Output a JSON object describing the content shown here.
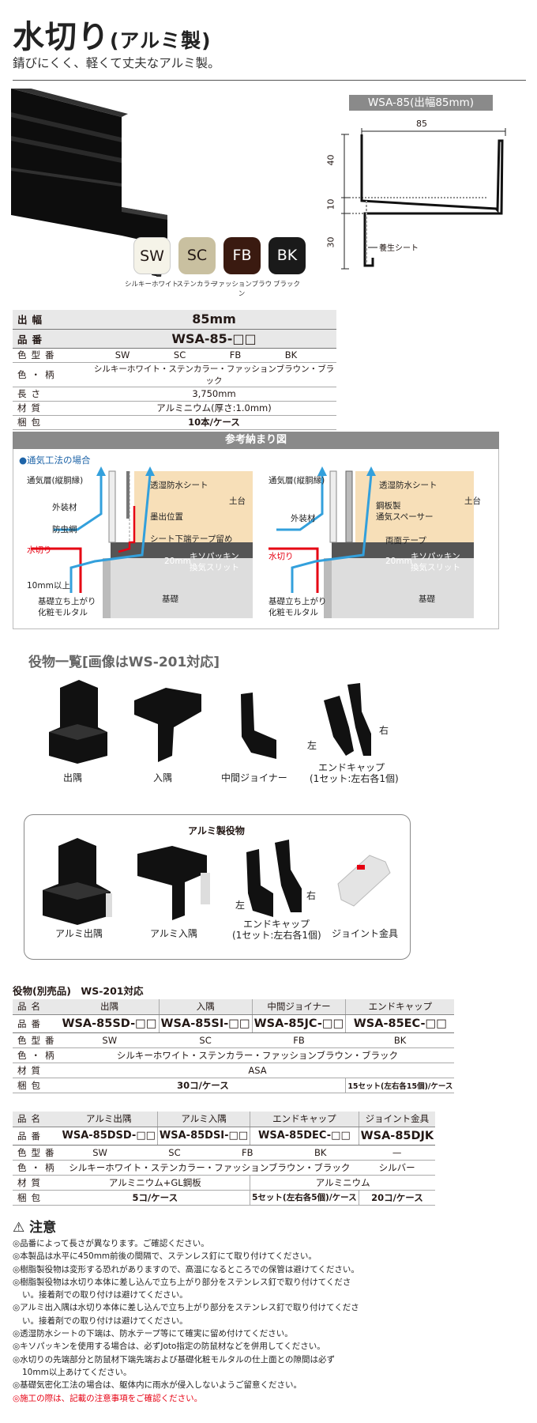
{
  "header": {
    "title": "水切り",
    "title_suffix": "(アルミ製)",
    "subtitle": "錆びにくく、軽くて丈夫なアルミ製。"
  },
  "dimension": {
    "label": "WSA-85(出幅85mm)",
    "width_label": "85",
    "h1": "40",
    "h2": "10",
    "h3": "30",
    "sheet_label": "養生シート"
  },
  "colors": [
    {
      "code": "SW",
      "name": "シルキーホワイト",
      "bg": "#f5f3e8",
      "fg": "#222222"
    },
    {
      "code": "SC",
      "name": "ステンカラー",
      "bg": "#c9c0a0",
      "fg": "#222222"
    },
    {
      "code": "FB",
      "name": "ファッションブラウン",
      "bg": "#3a1a10",
      "fg": "#ffffff"
    },
    {
      "code": "BK",
      "name": "ブラック",
      "bg": "#1a1a1a",
      "fg": "#ffffff"
    }
  ],
  "spec": {
    "rows": [
      {
        "k": "出幅",
        "v": "85mm"
      },
      {
        "k": "品番",
        "v": "WSA-85-□□"
      },
      {
        "k": "色型番",
        "v": [
          "SW",
          "SC",
          "FB",
          "BK"
        ]
      },
      {
        "k": "色・柄",
        "v": "シルキーホワイト・ステンカラー・ファッションブラウン・ブラック"
      },
      {
        "k": "長さ",
        "v": "3,750mm"
      },
      {
        "k": "材質",
        "v": "アルミニウム(厚さ:1.0mm)"
      },
      {
        "k": "梱包",
        "v": "10本/ケース"
      }
    ]
  },
  "reference": {
    "title": "参考納まり図",
    "subtitle": "●通気工法の場合",
    "left": {
      "l1": "通気層(縦胴縁)",
      "l2": "外装材",
      "l3": "防虫網",
      "l4": "水切り",
      "l5": "10mm以上",
      "l6": "基礎立ち上がり",
      "l7": "化粧モルタル",
      "r1": "透湿防水シート",
      "r2": "土台",
      "r3": "墨出位置",
      "r4": "シート下端テープ留め",
      "r5": "20mm",
      "r6": "キソパッキン",
      "r7": "換気スリット",
      "r8": "基礎"
    },
    "right": {
      "l1": "通気層(縦胴縁)",
      "l2": "外装材",
      "l4": "水切り",
      "l6": "基礎立ち上がり",
      "l7": "化粧モルタル",
      "r1": "透湿防水シート",
      "r2": "土台",
      "r3": "鋼板製",
      "r3b": "通気スペーサー",
      "r4": "両面テープ",
      "r5": "20mm",
      "r6": "キソパッキン",
      "r7": "換気スリット",
      "r8": "基礎"
    }
  },
  "accessories": {
    "title": "役物一覧[画像はWS-201対応]",
    "items": [
      "出隅",
      "入隅",
      "中間ジョイナー",
      "エンドキャップ",
      "(1セット:左右各1個)"
    ],
    "left": "左",
    "right": "右"
  },
  "alu_accessories": {
    "title": "アルミ製役物",
    "items": [
      "アルミ出隅",
      "アルミ入隅",
      "エンドキャップ",
      "(1セット:左右各1個)",
      "ジョイント金具"
    ],
    "left": "左",
    "right": "右"
  },
  "table1": {
    "title": "役物(別売品)　WS-201対応",
    "h": [
      "品名",
      "出隅",
      "入隅",
      "中間ジョイナー",
      "エンドキャップ"
    ],
    "pn": [
      "品番",
      "WSA-85SD-□□",
      "WSA-85SI-□□",
      "WSA-85JC-□□",
      "WSA-85EC-□□"
    ],
    "cc": [
      "色型番",
      "SW",
      "SC",
      "FB",
      "BK"
    ],
    "color": [
      "色・柄",
      "シルキーホワイト・ステンカラー・ファッションブラウン・ブラック"
    ],
    "mat": [
      "材質",
      "ASA"
    ],
    "pack": [
      "梱包",
      "30コ/ケース",
      "15セット(左右各15個)/ケース"
    ]
  },
  "table2": {
    "h": [
      "品名",
      "アルミ出隅",
      "アルミ入隅",
      "エンドキャップ",
      "ジョイント金具"
    ],
    "pn": [
      "品番",
      "WSA-85DSD-□□",
      "WSA-85DSI-□□",
      "WSA-85DEC-□□",
      "WSA-85DJK"
    ],
    "cc": [
      "色型番",
      "SW",
      "SC",
      "FB",
      "BK",
      "—"
    ],
    "color": [
      "色・柄",
      "シルキーホワイト・ステンカラー・ファッションブラウン・ブラック",
      "シルバー"
    ],
    "mat": [
      "材質",
      "アルミニウム+GL鋼板",
      "アルミニウム"
    ],
    "pack": [
      "梱包",
      "5コ/ケース",
      "5セット(左右各5個)/ケース",
      "20コ/ケース"
    ]
  },
  "notes": {
    "title": "注意",
    "items": [
      "◎品番によって長さが異なります。ご確認ください。",
      "◎本製品は水平に450mm前後の間隔で、ステンレス釘にて取り付けてください。",
      "◎樹脂製役物は変形する恐れがありますので、高温になるところでの保管は避けてください。",
      "◎樹脂製役物は水切り本体に差し込んで立ち上がり部分をステンレス釘で取り付けてください。接着剤での取り付けは避けてください。",
      "◎アルミ出入隅は水切り本体に差し込んで立ち上がり部分をステンレス釘で取り付けてください。接着剤での取り付けは避けてください。",
      "◎透湿防水シートの下端は、防水テープ等にて確実に留め付けてください。",
      "◎キソパッキンを使用する場合は、必ずJoto指定の防鼠材などを併用してください。",
      "◎水切りの先端部分と防鼠材下端先端および基礎化粧モルタルの仕上面との隙間は必ず10mm以上あけてください。",
      "◎基礎気密化工法の場合は、躯体内に雨水が侵入しないようご留意ください。"
    ],
    "last": "◎施工の際は、記載の注意事項をご確認ください。"
  }
}
